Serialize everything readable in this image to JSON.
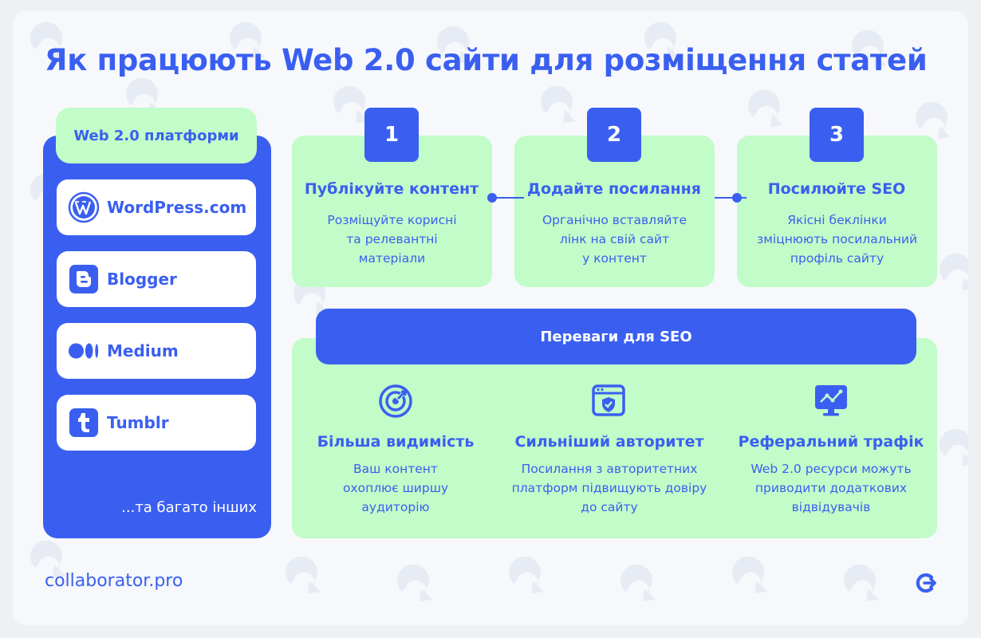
{
  "title": "Як працюють Web 2.0 сайти для розміщення статей",
  "platforms": {
    "heading": "Web 2.0 платформи",
    "items": [
      {
        "label": "WordPress.com",
        "icon": "wordpress-icon"
      },
      {
        "label": "Blogger",
        "icon": "blogger-icon"
      },
      {
        "label": "Medium",
        "icon": "medium-icon"
      },
      {
        "label": "Tumblr",
        "icon": "tumblr-icon"
      }
    ],
    "more": "...та багато інших"
  },
  "steps": [
    {
      "number": "1",
      "title": "Публікуйте контент",
      "desc": [
        "Розміщуйте корисні",
        "та релевантні",
        "матеріали"
      ]
    },
    {
      "number": "2",
      "title": "Додайте посилання",
      "desc": [
        "Органічно вставляйте",
        "лінк на свій сайт",
        "у контент"
      ]
    },
    {
      "number": "3",
      "title": "Посилюйте SEO",
      "desc": [
        "Якісні беклінки",
        "зміцнюють посилальний",
        "профіль сайту"
      ]
    }
  ],
  "benefits": {
    "heading": "Переваги для SEO",
    "items": [
      {
        "icon": "target-icon",
        "title": "Більша видимість",
        "desc": [
          "Ваш контент",
          "охоплює ширшу",
          "аудиторію"
        ]
      },
      {
        "icon": "shield-browser-icon",
        "title": "Сильніший авторитет",
        "desc": [
          "Посилання з авторитетних",
          "платформ підвищують довіру",
          "до сайту"
        ]
      },
      {
        "icon": "analytics-monitor-icon",
        "title": "Реферальний трафік",
        "desc": [
          "Web 2.0 ресурси можуть",
          "приводити додаткових",
          "відвідувачів"
        ]
      }
    ]
  },
  "footer": {
    "brand": "collaborator.pro",
    "logo_icon": "collaborator-logo-icon"
  },
  "colors": {
    "primary": "#3a5ff0",
    "mint": "#c2fcc8",
    "background": "#f6f8fb",
    "white": "#ffffff"
  }
}
